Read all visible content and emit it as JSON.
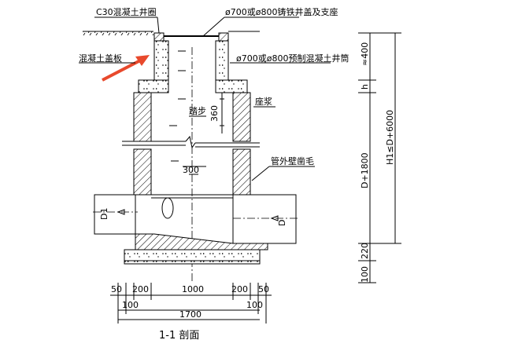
{
  "labels": {
    "c30_ring": "C30混凝土井圈",
    "cover": "ø700或ø800铸铁井盖及支座",
    "slab": "混凝土盖板",
    "riser": "ø700或ø800预制混凝土井筒",
    "step": "踏步",
    "mortar": "座浆",
    "pipe_rough": "管外壁凿毛",
    "inlet": "D1",
    "outlet": "D"
  },
  "dims_inner": {
    "step_gap": "360",
    "step_len": "300"
  },
  "dims_bottom": {
    "row1": [
      "50",
      "200",
      "1000",
      "200",
      "50"
    ],
    "row2": [
      "100",
      "100"
    ],
    "total": "1700"
  },
  "dims_right": {
    "d400": "≈400",
    "h": "h",
    "d1800": "D+1800",
    "h1": "H1≤D+6000",
    "d220": "220",
    "d100": "100"
  },
  "caption": "1-1 剖面",
  "colors": {
    "line": "#000000",
    "arrow": "#e8492c"
  }
}
